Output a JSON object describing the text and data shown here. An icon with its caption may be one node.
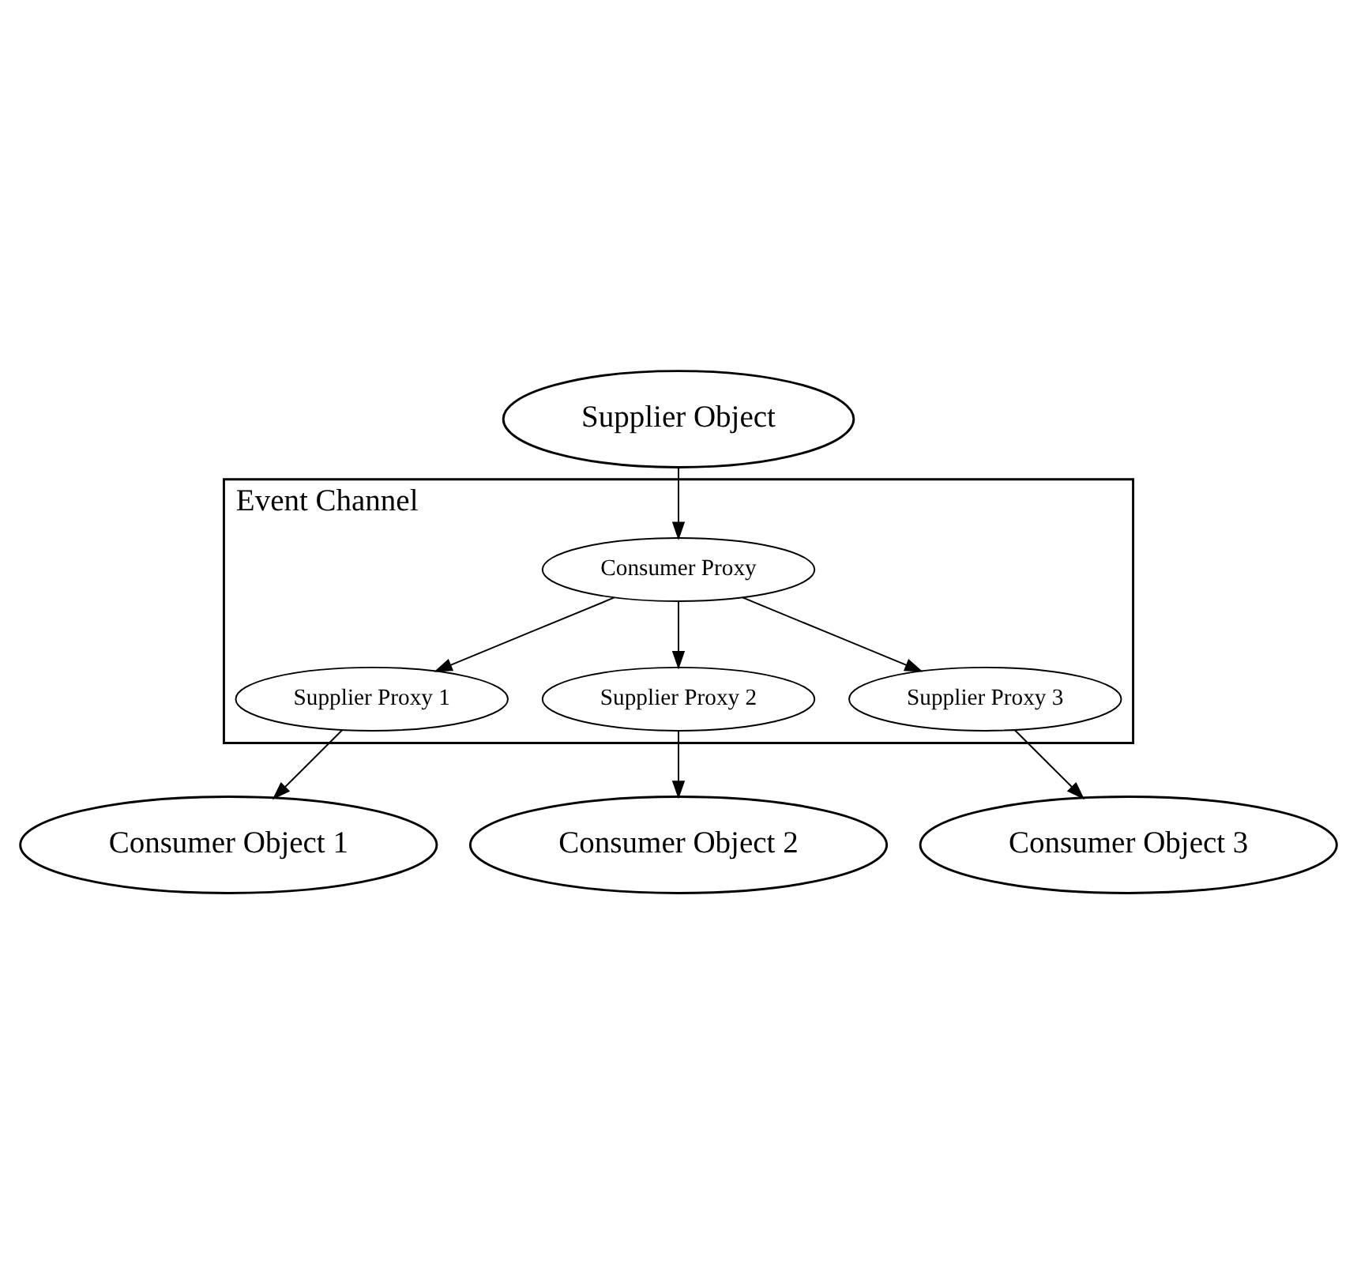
{
  "diagram": {
    "nodes": [
      {
        "text": [
          "Supplier Object"
        ]
      },
      {
        "text": [
          "Event Channel"
        ]
      },
      {
        "text": [
          "Consumer Proxy"
        ],
        "in": 1
      },
      {
        "text": [
          "Supplier Proxy 1"
        ],
        "in": 1
      },
      {
        "text": [
          "Supplier Proxy 2"
        ],
        "in": 1
      },
      {
        "text": [
          "Supplier Proxy 3"
        ],
        "in": 1
      },
      {
        "text": [
          "Consumer Object 1"
        ]
      },
      {
        "text": [
          "Consumer Object 2"
        ]
      },
      {
        "text": [
          "Consumer Object 3"
        ]
      }
    ],
    "edges": [
      {
        "from": 0,
        "to": 2,
        "arrow": "to"
      },
      {
        "from": 2,
        "to": 3,
        "arrow": "to"
      },
      {
        "from": 2,
        "to": 4,
        "arrow": "to"
      },
      {
        "from": 2,
        "to": 5,
        "arrow": "to"
      },
      {
        "from": 3,
        "to": 6,
        "arrow": "to"
      },
      {
        "from": 4,
        "to": 7,
        "arrow": "to"
      },
      {
        "from": 5,
        "to": 8,
        "arrow": "to"
      }
    ]
  }
}
